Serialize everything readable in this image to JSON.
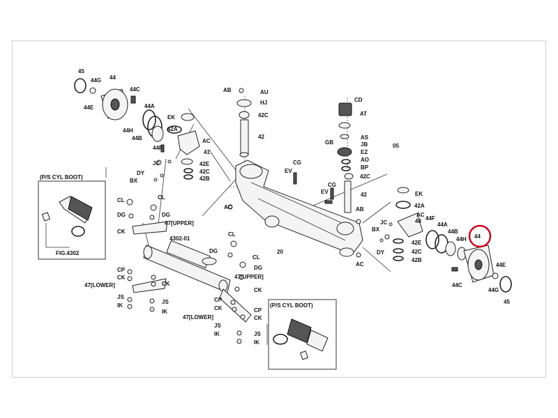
{
  "labels": {
    "l45a": "45",
    "l44ga": "44G",
    "l44a": "44",
    "l44ea": "44E",
    "l44ca": "44C",
    "l44aa": "44A",
    "l44ha": "44H",
    "l44ba": "44B",
    "l44fa": "44F",
    "lEKa": "EK",
    "l42Aa": "42A",
    "lACa": "AC",
    "l41": "41",
    "lJCa": "JC",
    "lDYa": "DY",
    "lBXa": "BX",
    "l42Ea": "42E",
    "l42Ca": "42C",
    "l42Ba": "42B",
    "lAB": "AB",
    "lAU": "AU",
    "lHJ": "HJ",
    "l42Cc": "42C",
    "l42": "42",
    "lCD": "CD",
    "lAT": "AT",
    "lAS": "AS",
    "lJB": "JB",
    "lGB": "GB",
    "lEZ": "EZ",
    "lAO": "AO",
    "lBP": "BP",
    "l05": "05",
    "l42Cd": "42C",
    "lEV": "EV",
    "lCG": "CG",
    "lEVb": "EV",
    "lCGb": "CG",
    "l42b": "42",
    "lACb": "AC",
    "l20": "20",
    "lEKb": "EK",
    "l42Ab": "42A",
    "lACc": "AC",
    "l40": "40",
    "lJCb": "JC",
    "lBXb": "BX",
    "lDYb": "DY",
    "l42Eb": "42E",
    "l42Cb": "42C",
    "l42Bb": "42B",
    "lABb": "AB",
    "lACd": "AC",
    "l44F2": "44F",
    "l44A2": "44A",
    "l44B2": "44B",
    "l44H2": "44H",
    "l44b": "44",
    "l44E2": "44E",
    "l44C2": "44C",
    "l44G2": "44G",
    "l45b": "45",
    "lCL1": "CL",
    "lDG1": "DG",
    "lCL2": "CL",
    "lDG2": "DG",
    "l47U1": "47[UPPER]",
    "lCK1": "CK",
    "l4302": "4302-01",
    "lCP1": "CP",
    "lCK2": "CK",
    "lCK3": "CK",
    "l47L1": "47[LOWER]",
    "lJS1": "JS",
    "lJS2": "JS",
    "lIK1": "IK",
    "lIK2": "IK",
    "lCL3": "CL",
    "lDG3": "DG",
    "lCL4": "CL",
    "lDG4": "DG",
    "l47U2": "47[UPPER]",
    "lCK4": "CK",
    "lCP2": "CP",
    "lCK5": "CK",
    "lCK6": "CK",
    "lCP3": "CP",
    "l47L2": "47[LOWER]",
    "lJS3": "JS",
    "lJS4": "JS",
    "lIK3": "IK",
    "lIK4": "IK"
  },
  "insets": {
    "left_title": "(P/S CYL BOOT)",
    "left_ref": "FIG.4302",
    "right_title": "(P/S CYL BOOT)"
  },
  "highlight": {
    "label": "44",
    "color": "#d0021b"
  }
}
